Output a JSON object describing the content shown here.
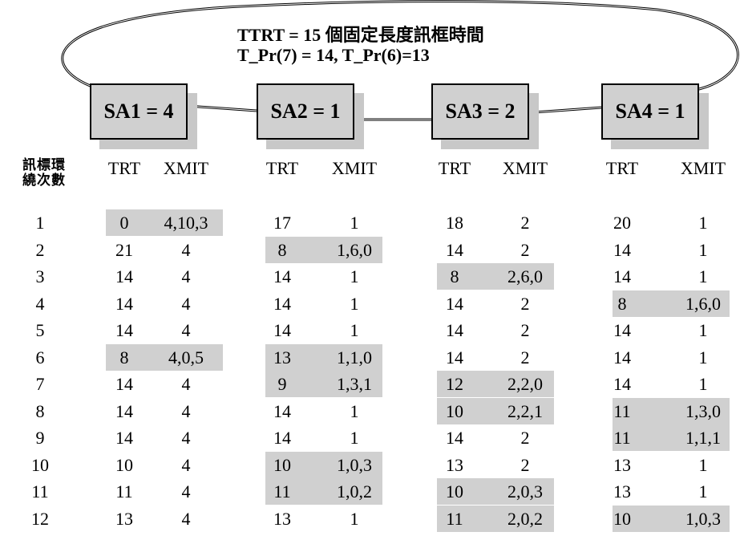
{
  "title_line1": "TTRT = 15 個固定長度訊框時間",
  "title_line2": "T_Pr(7) = 14, T_Pr(6)=13",
  "stations": [
    {
      "name": "SA",
      "sub": "1",
      "value": "= 4"
    },
    {
      "name": "SA",
      "sub": "2",
      "value": "= 1"
    },
    {
      "name": "SA",
      "sub": "3",
      "value": "= 2"
    },
    {
      "name": "SA",
      "sub": "4",
      "value": "= 1"
    }
  ],
  "row_header": [
    "訊標環",
    "繞次數"
  ],
  "col_trt": "TRT",
  "col_xmit": "XMIT",
  "highlight_color": "#d0d0d0",
  "rows": [
    {
      "n": "1",
      "s": [
        [
          "0",
          "4,10,3",
          true
        ],
        [
          "17",
          "1",
          false
        ],
        [
          "18",
          "2",
          false
        ],
        [
          "20",
          "1",
          false
        ]
      ]
    },
    {
      "n": "2",
      "s": [
        [
          "21",
          "4",
          false
        ],
        [
          "8",
          "1,6,0",
          true
        ],
        [
          "14",
          "2",
          false
        ],
        [
          "14",
          "1",
          false
        ]
      ]
    },
    {
      "n": "3",
      "s": [
        [
          "14",
          "4",
          false
        ],
        [
          "14",
          "1",
          false
        ],
        [
          "8",
          "2,6,0",
          true
        ],
        [
          "14",
          "1",
          false
        ]
      ]
    },
    {
      "n": "4",
      "s": [
        [
          "14",
          "4",
          false
        ],
        [
          "14",
          "1",
          false
        ],
        [
          "14",
          "2",
          false
        ],
        [
          "8",
          "1,6,0",
          true
        ]
      ]
    },
    {
      "n": "5",
      "s": [
        [
          "14",
          "4",
          false
        ],
        [
          "14",
          "1",
          false
        ],
        [
          "14",
          "2",
          false
        ],
        [
          "14",
          "1",
          false
        ]
      ]
    },
    {
      "n": "6",
      "s": [
        [
          "8",
          "4,0,5",
          true
        ],
        [
          "13",
          "1,1,0",
          true
        ],
        [
          "14",
          "2",
          false
        ],
        [
          "14",
          "1",
          false
        ]
      ]
    },
    {
      "n": "7",
      "s": [
        [
          "14",
          "4",
          false
        ],
        [
          "9",
          "1,3,1",
          true
        ],
        [
          "12",
          "2,2,0",
          true
        ],
        [
          "14",
          "1",
          false
        ]
      ]
    },
    {
      "n": "8",
      "s": [
        [
          "14",
          "4",
          false
        ],
        [
          "14",
          "1",
          false
        ],
        [
          "10",
          "2,2,1",
          true
        ],
        [
          "11",
          "1,3,0",
          true
        ]
      ]
    },
    {
      "n": "9",
      "s": [
        [
          "14",
          "4",
          false
        ],
        [
          "14",
          "1",
          false
        ],
        [
          "14",
          "2",
          false
        ],
        [
          "11",
          "1,1,1",
          true
        ]
      ]
    },
    {
      "n": "10",
      "s": [
        [
          "10",
          "4",
          false
        ],
        [
          "10",
          "1,0,3",
          true
        ],
        [
          "13",
          "2",
          false
        ],
        [
          "13",
          "1",
          false
        ]
      ]
    },
    {
      "n": "11",
      "s": [
        [
          "11",
          "4",
          false
        ],
        [
          "11",
          "1,0,2",
          true
        ],
        [
          "10",
          "2,0,3",
          true
        ],
        [
          "13",
          "1",
          false
        ]
      ]
    },
    {
      "n": "12",
      "s": [
        [
          "13",
          "4",
          false
        ],
        [
          "13",
          "1",
          false
        ],
        [
          "11",
          "2,0,2",
          true
        ],
        [
          "10",
          "1,0,3",
          true
        ]
      ]
    }
  ]
}
